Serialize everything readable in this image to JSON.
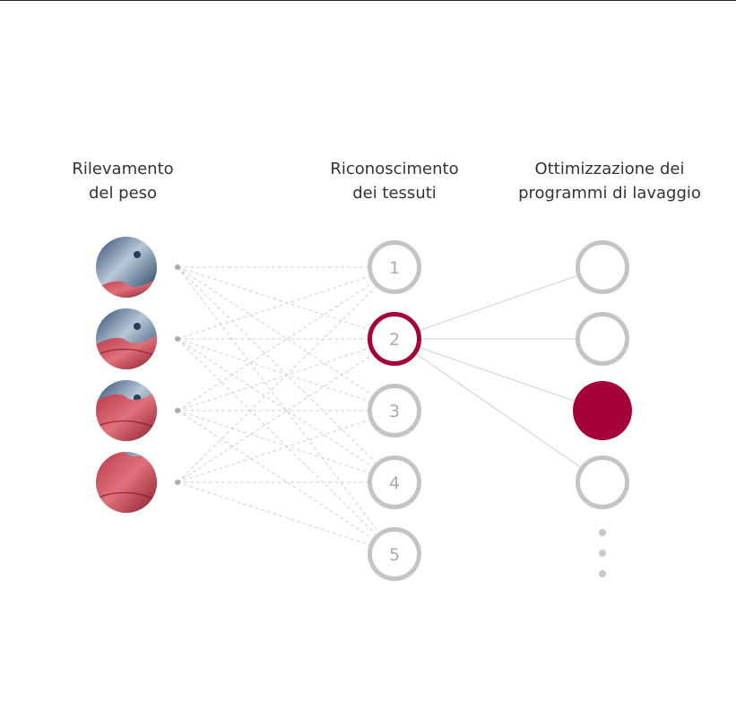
{
  "columns": {
    "weight": {
      "line1": "Rilevamento",
      "line2": "del peso"
    },
    "fabric": {
      "line1": "Riconoscimento",
      "line2": "dei tessuti"
    },
    "program": {
      "line1": "Ottimizzazione dei",
      "line2": "programmi di lavaggio"
    }
  },
  "load_levels": [
    0.25,
    0.5,
    0.75,
    1.0
  ],
  "fabric_nodes": [
    "1",
    "2",
    "3",
    "4",
    "5"
  ],
  "selected_fabric_index": 1,
  "program_node_count": 4,
  "selected_program_index": 2,
  "colors": {
    "accent": "#a5003a",
    "node_gray": "#c4c4c4",
    "line": "#d0d0d0",
    "dot": "#aaaaaa",
    "label": "#aaaaaa"
  }
}
